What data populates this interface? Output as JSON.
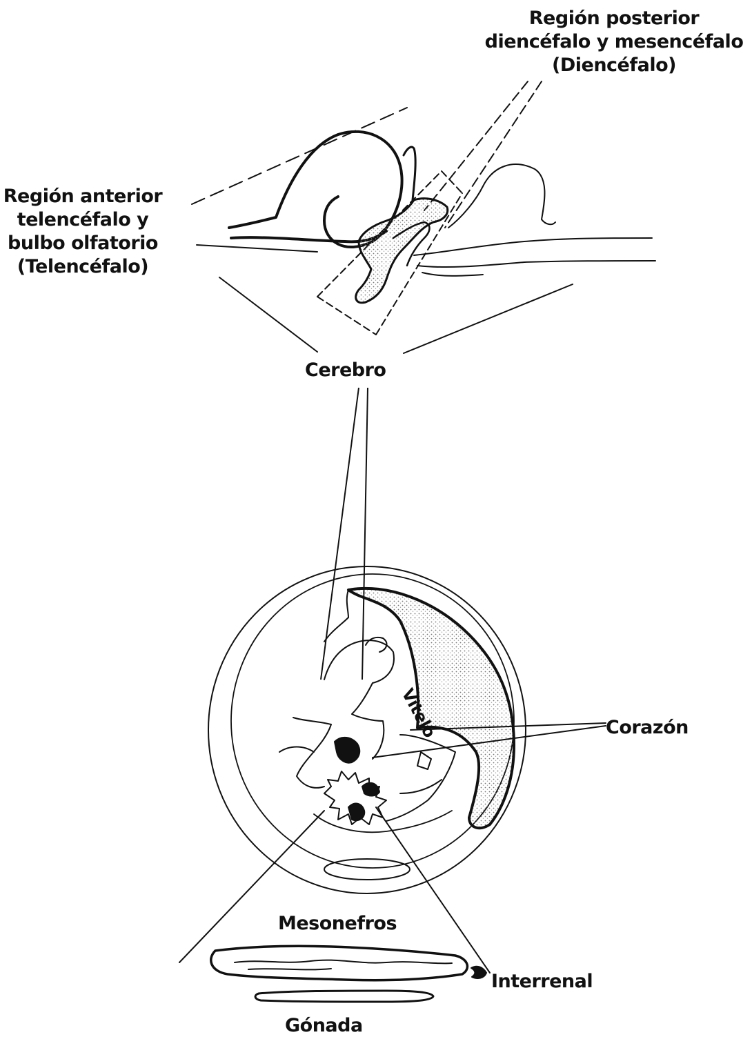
{
  "labels": {
    "posterior_line1": "Región posterior",
    "posterior_line2": "diencéfalo y mesencéfalo",
    "posterior_line3": "(Diencéfalo)",
    "anterior_line1": "Región anterior",
    "anterior_line2": "telencéfalo y",
    "anterior_line3": "bulbo olfatorio",
    "anterior_line4": "(Telencéfalo)",
    "cerebro": "Cerebro",
    "vitelo": "Vitelo",
    "corazon": "Corazón",
    "mesonefros": "Mesonefros",
    "interrenal": "Interrenal",
    "gonada": "Gónada"
  },
  "colors": {
    "ink": "#111111",
    "paper": "#ffffff",
    "stipple": "#9a9a9a"
  }
}
